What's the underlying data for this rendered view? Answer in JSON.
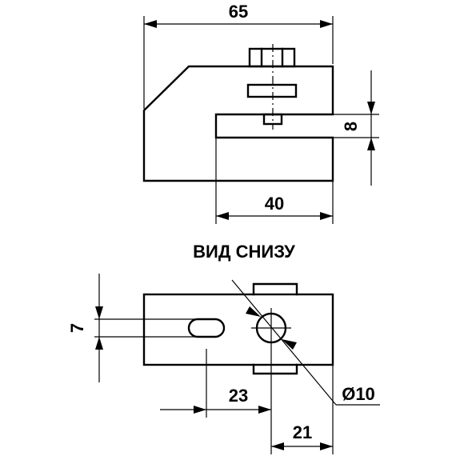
{
  "dimensions": {
    "width_total": "65",
    "slot_height": "8",
    "slot_depth": "40",
    "slot_width_bottom": "7",
    "slot_offset": "23",
    "hole_offset": "21",
    "hole_diameter": "Ø10"
  },
  "bottom_view_title": "ВИД СНИЗУ",
  "colors": {
    "line": "#000000",
    "background": "#ffffff"
  }
}
